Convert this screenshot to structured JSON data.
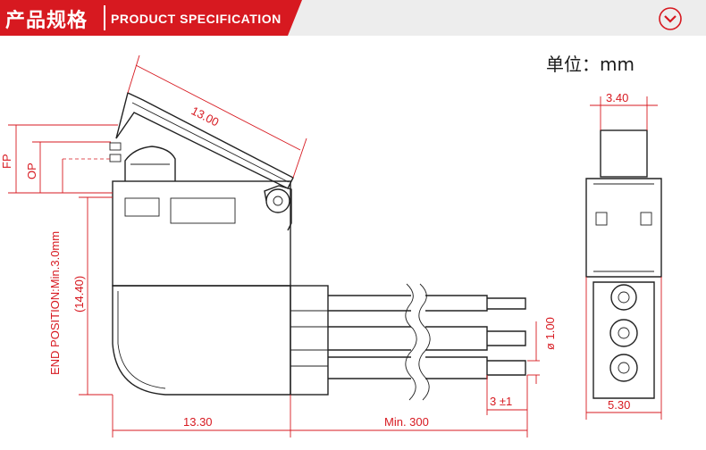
{
  "header": {
    "title_cn": "产品规格",
    "title_en": "PRODUCT SPECIFICATION",
    "band_color": "#d71920",
    "icon": "chevron-down-circle-icon"
  },
  "unit_label": "单位：mm",
  "dimensions": {
    "lever_length": "13.00",
    "fp": "FP",
    "op": "OP",
    "end_position": "END POSITION:Min.3.0mm",
    "height": "(14.40)",
    "body_width": "13.30",
    "lead_length": "Min. 300",
    "wire_diameter": "ø 1.00",
    "strip_length": "3 ±1",
    "top_width": "3.40",
    "bottom_width": "5.30"
  }
}
